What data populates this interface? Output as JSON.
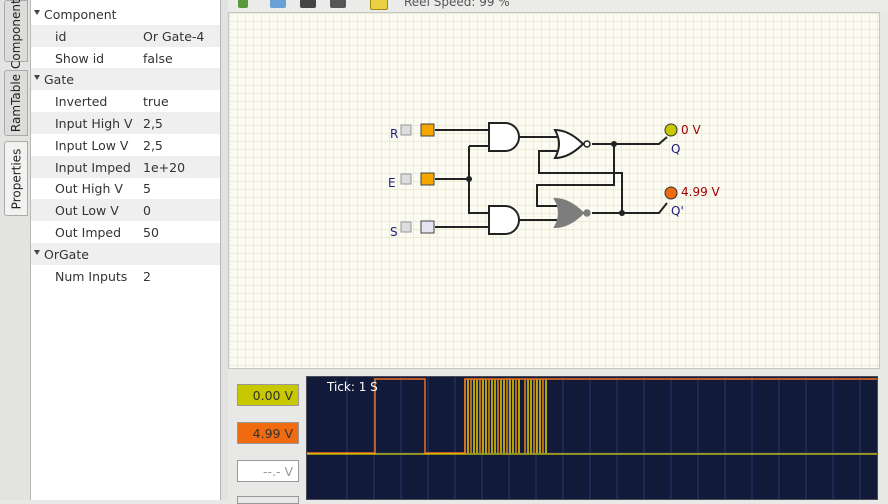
{
  "side_tabs": [
    "Components",
    "RamTable",
    "Properties"
  ],
  "toolbar": {
    "speed_text": "Reel Speed: 99 %"
  },
  "properties": {
    "groups": [
      {
        "name": "Component",
        "rows": [
          {
            "key": "id",
            "value": "Or Gate-4"
          },
          {
            "key": "Show id",
            "value": "false"
          }
        ]
      },
      {
        "name": "Gate",
        "rows": [
          {
            "key": "Inverted",
            "value": "true"
          },
          {
            "key": "Input High V",
            "value": "2,5"
          },
          {
            "key": "Input Low V",
            "value": "2,5"
          },
          {
            "key": "Input Imped",
            "value": "1e+20"
          },
          {
            "key": "Out High V",
            "value": "5"
          },
          {
            "key": "Out Low V",
            "value": "0"
          },
          {
            "key": "Out Imped",
            "value": "50"
          }
        ]
      },
      {
        "name": "OrGate",
        "rows": [
          {
            "key": "Num Inputs",
            "value": "2"
          }
        ]
      }
    ]
  },
  "circuit": {
    "inputs": {
      "r": "R",
      "e": "E",
      "s": "S"
    },
    "outputs": {
      "q": "Q",
      "q_bar": "Q'"
    },
    "probes": {
      "q_value": "0 V",
      "qbar_value": "4.99 V"
    }
  },
  "meters": [
    {
      "value": "0.00 V",
      "color": "#c8c800"
    },
    {
      "value": "4.99 V",
      "color": "#f06a10"
    },
    {
      "value": "--.- V",
      "color": "#ffffff"
    }
  ],
  "scope": {
    "tick_label": "Tick: 1 S"
  }
}
